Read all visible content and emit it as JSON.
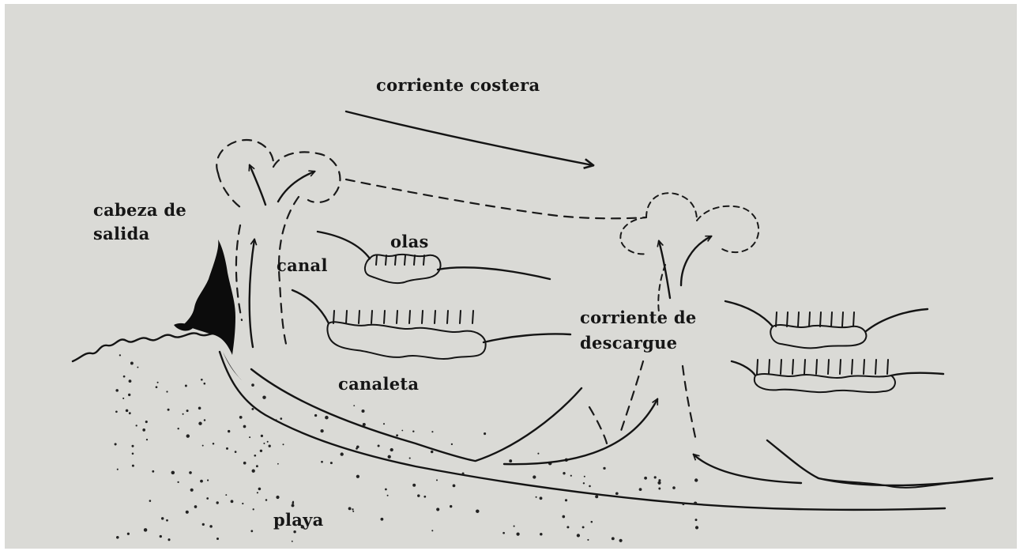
{
  "labels": {
    "longshore_current": "corriente costera",
    "outlet_head": "cabeza de",
    "outlet_head_2": "salida",
    "waves": "olas",
    "channel": "canal",
    "rip_current": "corriente de",
    "rip_current_2": "descargue",
    "feeder_channel": "canaleta",
    "beach": "playa"
  },
  "colors": {
    "paper": "#dadad6",
    "ink": "#141414"
  }
}
